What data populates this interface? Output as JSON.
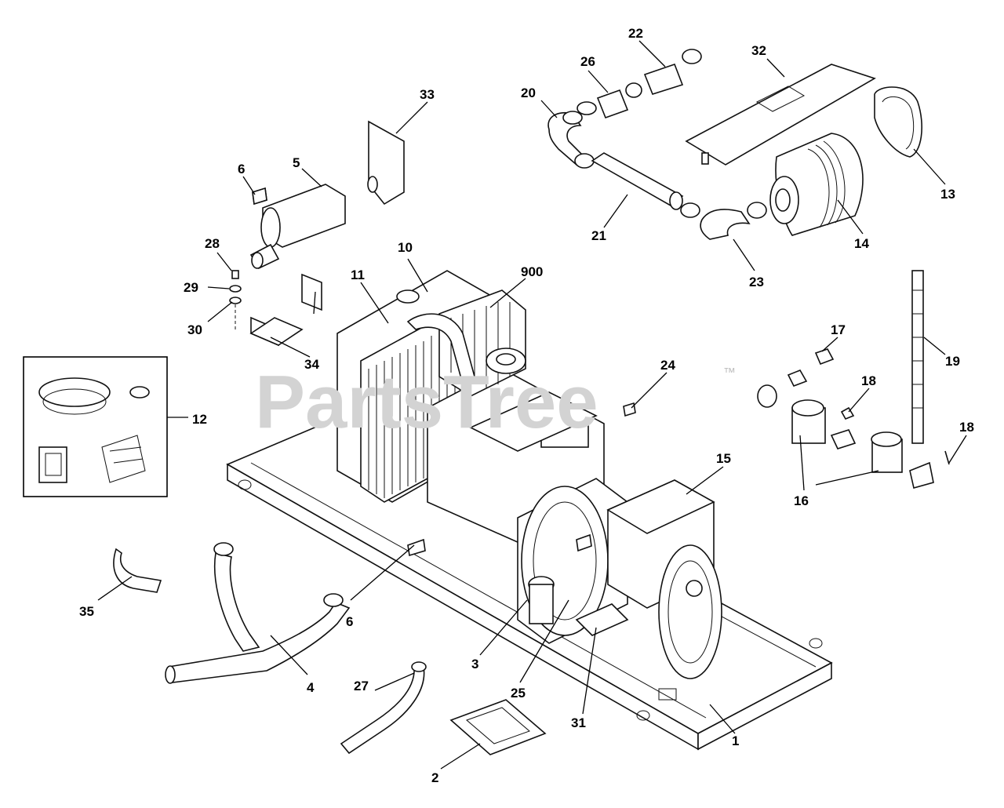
{
  "watermark": {
    "text": "PartsTree",
    "trademark": "™"
  },
  "callouts": [
    {
      "id": "c1",
      "label": "1"
    },
    {
      "id": "c2",
      "label": "2"
    },
    {
      "id": "c3",
      "label": "3"
    },
    {
      "id": "c4",
      "label": "4"
    },
    {
      "id": "c5",
      "label": "5"
    },
    {
      "id": "c6a",
      "label": "6"
    },
    {
      "id": "c6b",
      "label": "6"
    },
    {
      "id": "c10",
      "label": "10"
    },
    {
      "id": "c11",
      "label": "11"
    },
    {
      "id": "c12",
      "label": "12"
    },
    {
      "id": "c13",
      "label": "13"
    },
    {
      "id": "c14",
      "label": "14"
    },
    {
      "id": "c15",
      "label": "15"
    },
    {
      "id": "c16",
      "label": "16"
    },
    {
      "id": "c17",
      "label": "17"
    },
    {
      "id": "c18a",
      "label": "18"
    },
    {
      "id": "c18b",
      "label": "18"
    },
    {
      "id": "c19",
      "label": "19"
    },
    {
      "id": "c20",
      "label": "20"
    },
    {
      "id": "c21",
      "label": "21"
    },
    {
      "id": "c22",
      "label": "22"
    },
    {
      "id": "c23",
      "label": "23"
    },
    {
      "id": "c24",
      "label": "24"
    },
    {
      "id": "c25",
      "label": "25"
    },
    {
      "id": "c26",
      "label": "26"
    },
    {
      "id": "c27",
      "label": "27"
    },
    {
      "id": "c28",
      "label": "28"
    },
    {
      "id": "c29",
      "label": "29"
    },
    {
      "id": "c30",
      "label": "30"
    },
    {
      "id": "c31",
      "label": "31"
    },
    {
      "id": "c32",
      "label": "32"
    },
    {
      "id": "c33",
      "label": "33"
    },
    {
      "id": "c34",
      "label": "34"
    },
    {
      "id": "c35",
      "label": "35"
    },
    {
      "id": "c900",
      "label": "900"
    }
  ]
}
